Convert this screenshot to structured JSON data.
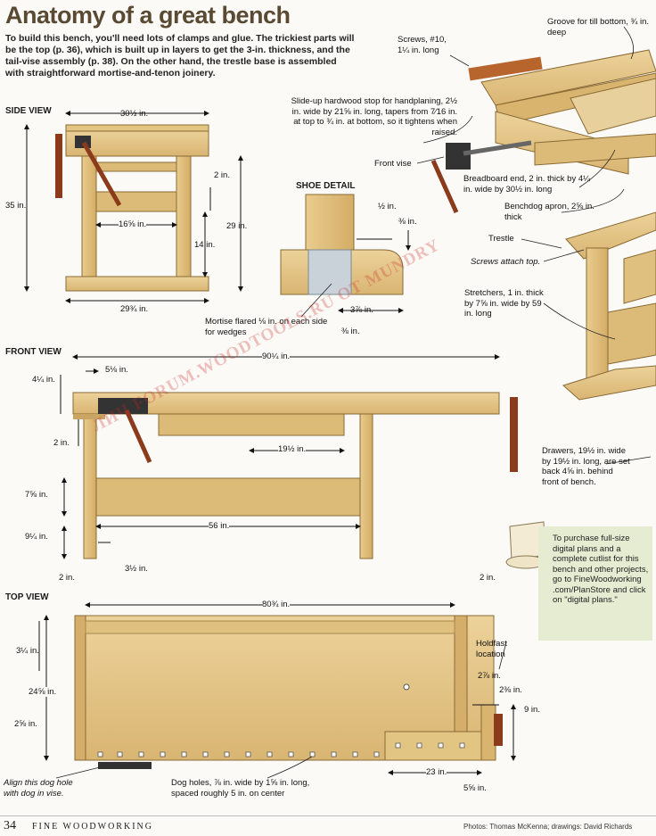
{
  "header": {
    "title": "Anatomy of a great bench",
    "intro": "To build this bench, you'll need lots of clamps and glue. The trickiest parts will be the top (p. 36), which is built up in layers to get the 3-in. thickness, and the tail-vise assembly (p. 38). On the other hand, the trestle base is assembled with straightforward mortise-and-tenon joinery."
  },
  "sections": {
    "side": "SIDE VIEW",
    "shoe": "SHOE DETAIL",
    "front": "FRONT VIEW",
    "top": "TOP VIEW"
  },
  "side_view": {
    "d_width": "30½ in.",
    "d_height": "35 in.",
    "d_2in": "2 in.",
    "d_inner": "16⅝ in.",
    "d_29": "29 in.",
    "d_14": "14 in.",
    "d_base": "29¾ in."
  },
  "shoe_detail": {
    "d_half": "½ in.",
    "d_3_8a": "⅜ in.",
    "d_3_7_8": "3⅞ in.",
    "d_3_8b": "⅜ in.",
    "note": "Mortise flared ⅛ in. on each side for wedges"
  },
  "exploded": {
    "groove": "Groove for till bottom, ¾ in. deep",
    "screws": "Screws, #10, 1¼ in. long",
    "stop": "Slide-up hardwood stop for handplaning, 2½ in. wide by 21⅝ in. long, tapers from 7⁄16 in. at top to ¾ in. at bottom, so it tightens when raised.",
    "front_vise": "Front vise",
    "breadboard": "Breadboard end, 2 in. thick by 4¼ in. wide by 30½ in. long",
    "apron": "Benchdog apron, 2⅝ in. thick",
    "trestle": "Trestle",
    "screws_attach": "Screws attach top.",
    "stretchers": "Stretchers, 1 in. thick by 7⅝ in. wide by 59 in. long"
  },
  "front_view": {
    "d_90": "90¼ in.",
    "d_4": "4¼ in.",
    "d_5": "5⅛ in.",
    "d_2": "2 in.",
    "d_19": "19½ in.",
    "d_7": "7⅝ in.",
    "d_56": "56 in.",
    "d_9": "9¼ in.",
    "d_3": "3½ in."
  },
  "drawers": "Drawers, 19½ in. wide by 19½ in. long, are set back 4⅝ in. behind front of bench.",
  "plans_callout": "To purchase full-size digital plans and a complete cutlist for this bench and other projects, go to FineWoodworking .com/PlanStore and click on \"digital plans.\"",
  "top_view": {
    "d_2l": "2 in.",
    "d_2r": "2 in.",
    "d_80": "80¾ in.",
    "d_3": "3¼ in.",
    "d_24": "24⅝ in.",
    "d_2_5": "2⅝ in.",
    "holdfast": "Holdfast location",
    "d_2_7": "2⅞ in.",
    "d_2_3": "2⅜ in.",
    "d_9": "9 in.",
    "d_23": "23 in.",
    "d_5_5": "5⅝ in.",
    "align": "Align this dog hole with dog in vise.",
    "dog_holes": "Dog holes, ⅞ in. wide by 1⅝ in. long, spaced roughly 5 in. on center"
  },
  "footer": {
    "page": "34",
    "publication": "FINE WOODWORKING",
    "credits": "Photos: Thomas McKenna; drawings: David Richards"
  },
  "watermark": "ЛИЧ FORUM.WOODTOOLS.RU ОТ MUNDRY",
  "colors": {
    "wood": "#e6c98a",
    "wood_dark": "#c9a462",
    "vise_red": "#8b3a1c",
    "title": "#5a4a33",
    "callout_bg": "#e6ecd2"
  }
}
